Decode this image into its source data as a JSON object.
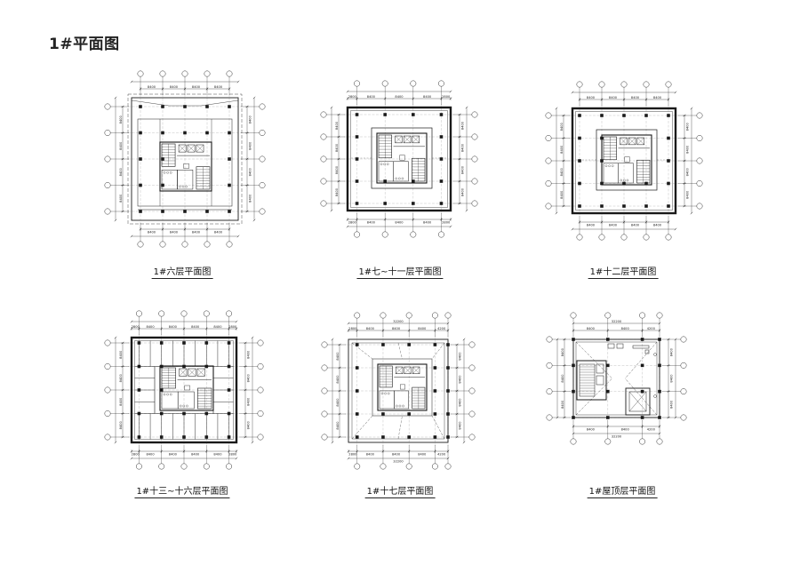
{
  "sheet": {
    "title": "1#平面图"
  },
  "plans": [
    {
      "caption": "1#六层平面图",
      "dims": {
        "x": [
          "8400",
          "8400",
          "8400",
          "8400"
        ],
        "y": [
          "8400",
          "8400",
          "8400",
          "8400"
        ]
      }
    },
    {
      "caption": "1#七~十一层平面图",
      "dims": {
        "x": [
          "2800",
          "8400",
          "8400",
          "8400",
          "2800"
        ],
        "y": [
          "8400",
          "8400",
          "8400",
          "8400"
        ]
      }
    },
    {
      "caption": "1#十二层平面图",
      "dims": {
        "x": [
          "8400",
          "8400",
          "8400",
          "8400"
        ],
        "y": [
          "8400",
          "8400",
          "8400",
          "8400"
        ]
      }
    },
    {
      "caption": "1#十三~十六层平面图",
      "dims": {
        "x": [
          "2800",
          "8400",
          "8400",
          "8400",
          "8400",
          "2800"
        ],
        "y": [
          "8400",
          "8400",
          "8400",
          "8400"
        ]
      }
    },
    {
      "caption": "1#十七层平面图",
      "dims": {
        "x": [
          "2800",
          "8400",
          "8400",
          "8400",
          "4200"
        ],
        "y": [
          "8400",
          "8400",
          "8400",
          "8400"
        ],
        "total": "32200"
      }
    },
    {
      "caption": "1#屋顶层平面图",
      "dims": {
        "x": [
          "8400",
          "8400",
          "4200"
        ],
        "y": [
          "8400",
          "8400",
          "8400"
        ],
        "total": "32200"
      }
    }
  ]
}
